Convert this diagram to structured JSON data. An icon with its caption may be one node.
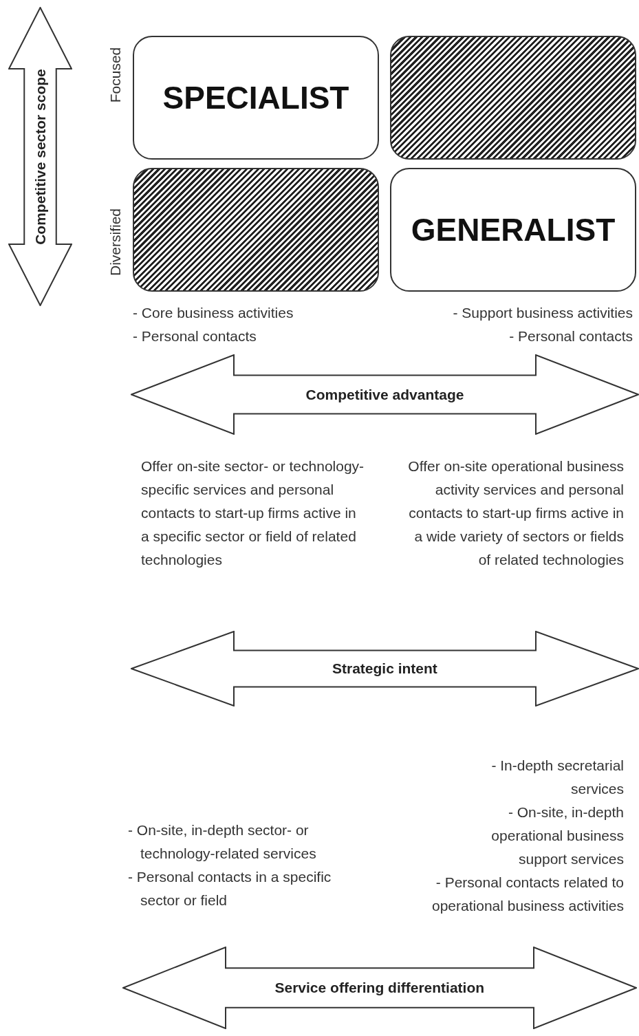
{
  "diagram": {
    "nodes": [
      {
        "text": [
          "SPECIALIST"
        ]
      },
      {
        "text": [],
        "shape": "box"
      },
      {
        "text": [],
        "shape": "box"
      },
      {
        "text": [
          "GENERALIST"
        ]
      },
      {
        "text": [
          "Competitive sector scope"
        ]
      },
      {
        "text": [
          "Competitive advantage"
        ]
      },
      {
        "text": [
          "Strategic intent"
        ]
      },
      {
        "text": [
          "Service offering differentiation"
        ]
      }
    ],
    "labels": [
      "Focused",
      "Diversified",
      "- Core business activities",
      "- Personal contacts",
      "- Support business activities",
      "- Personal contacts",
      "Offer on-site sector- or technology-specific services and personal contacts to start-up firms active in a specific sector or field of related technologies",
      "Offer on-site operational business activity services and personal contacts to start-up firms active in a wide variety of sectors or fields of related technologies",
      "- In-depth secretarial services",
      "- On-site, in-depth operational business support services",
      "- Personal contacts related to operational business activities",
      "- On-site, in-depth sector- or technology-related services",
      "- Personal contacts in a specific sector or field"
    ]
  }
}
